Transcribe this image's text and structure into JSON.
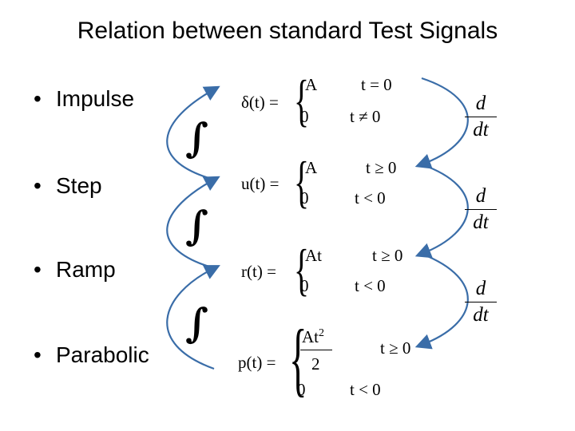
{
  "title": "Relation between standard Test Signals",
  "bullets": [
    "Impulse",
    "Step",
    "Ramp",
    "Parabolic"
  ],
  "bullet_symbol": "•",
  "integral_symbol": "∫",
  "equations": {
    "impulse": {
      "lhs": "δ(t) =",
      "c1_val": "A",
      "c1_cond": "t = 0",
      "c2_val": "0",
      "c2_cond": "t ≠ 0"
    },
    "step": {
      "lhs": "u(t) =",
      "c1_val": "A",
      "c1_cond": "t ≥ 0",
      "c2_val": "0",
      "c2_cond": "t < 0"
    },
    "ramp": {
      "lhs": "r(t) =",
      "c1_val": "At",
      "c1_cond": "t ≥ 0",
      "c2_val": "0",
      "c2_cond": "t < 0"
    },
    "parabolic": {
      "lhs": "p(t) =",
      "c1_num": "At",
      "c1_exp": "2",
      "c1_den": "2",
      "c1_cond": "t ≥ 0",
      "c2_val": "0",
      "c2_cond": "t < 0"
    }
  },
  "derivative": {
    "numerator": "d",
    "denominator": "dt"
  }
}
